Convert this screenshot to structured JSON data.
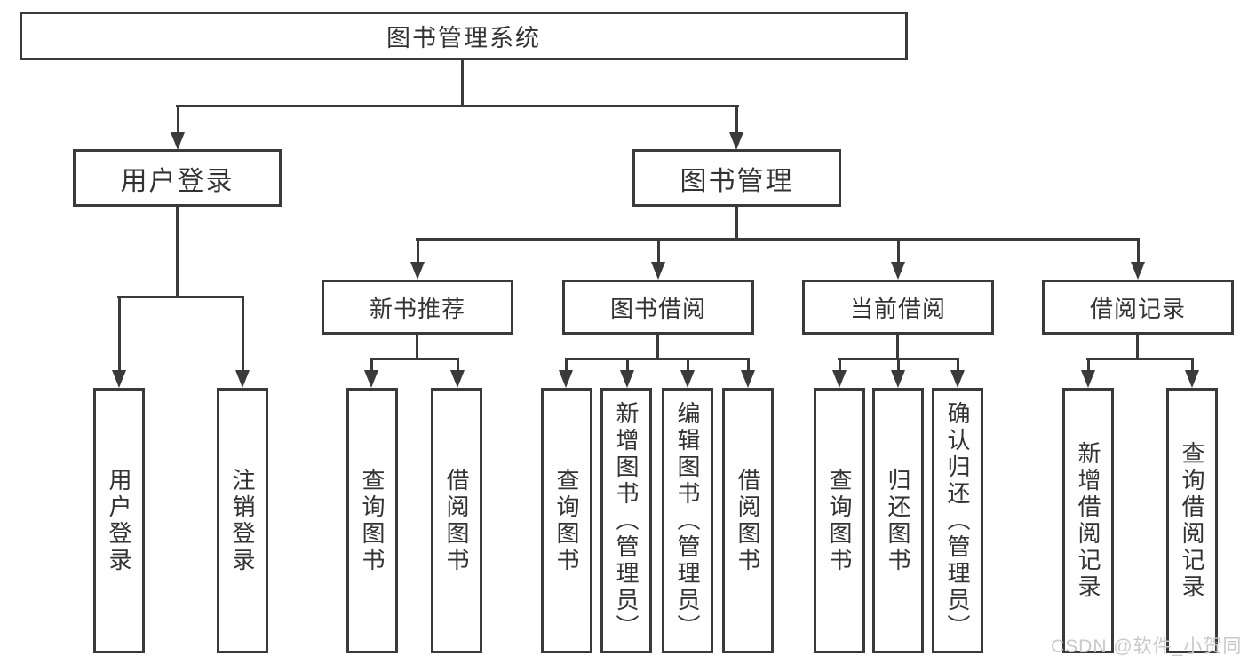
{
  "colors": {
    "line": "#3a3a3a",
    "text": "#333333",
    "background": "#ffffff",
    "watermark": "#c9c9c9"
  },
  "watermark": {
    "text": "CSDN @软件_小贺同学"
  },
  "diagram": {
    "type": "hierarchy-tree",
    "root": {
      "label": "图书管理系统",
      "children": [
        {
          "label": "用户登录",
          "children": [
            {
              "label": "用户登录"
            },
            {
              "label": "注销登录"
            }
          ]
        },
        {
          "label": "图书管理",
          "children": [
            {
              "label": "新书推荐",
              "children": [
                {
                  "label": "查询图书"
                },
                {
                  "label": "借阅图书"
                }
              ]
            },
            {
              "label": "图书借阅",
              "children": [
                {
                  "label": "查询图书"
                },
                {
                  "label": "新增图书（管理员）"
                },
                {
                  "label": "编辑图书（管理员）"
                },
                {
                  "label": "借阅图书"
                }
              ]
            },
            {
              "label": "当前借阅",
              "children": [
                {
                  "label": "查询图书"
                },
                {
                  "label": "归还图书"
                },
                {
                  "label": "确认归还（管理员）"
                }
              ]
            },
            {
              "label": "借阅记录",
              "children": [
                {
                  "label": "新增借阅记录"
                },
                {
                  "label": "查询借阅记录"
                }
              ]
            }
          ]
        }
      ]
    }
  }
}
